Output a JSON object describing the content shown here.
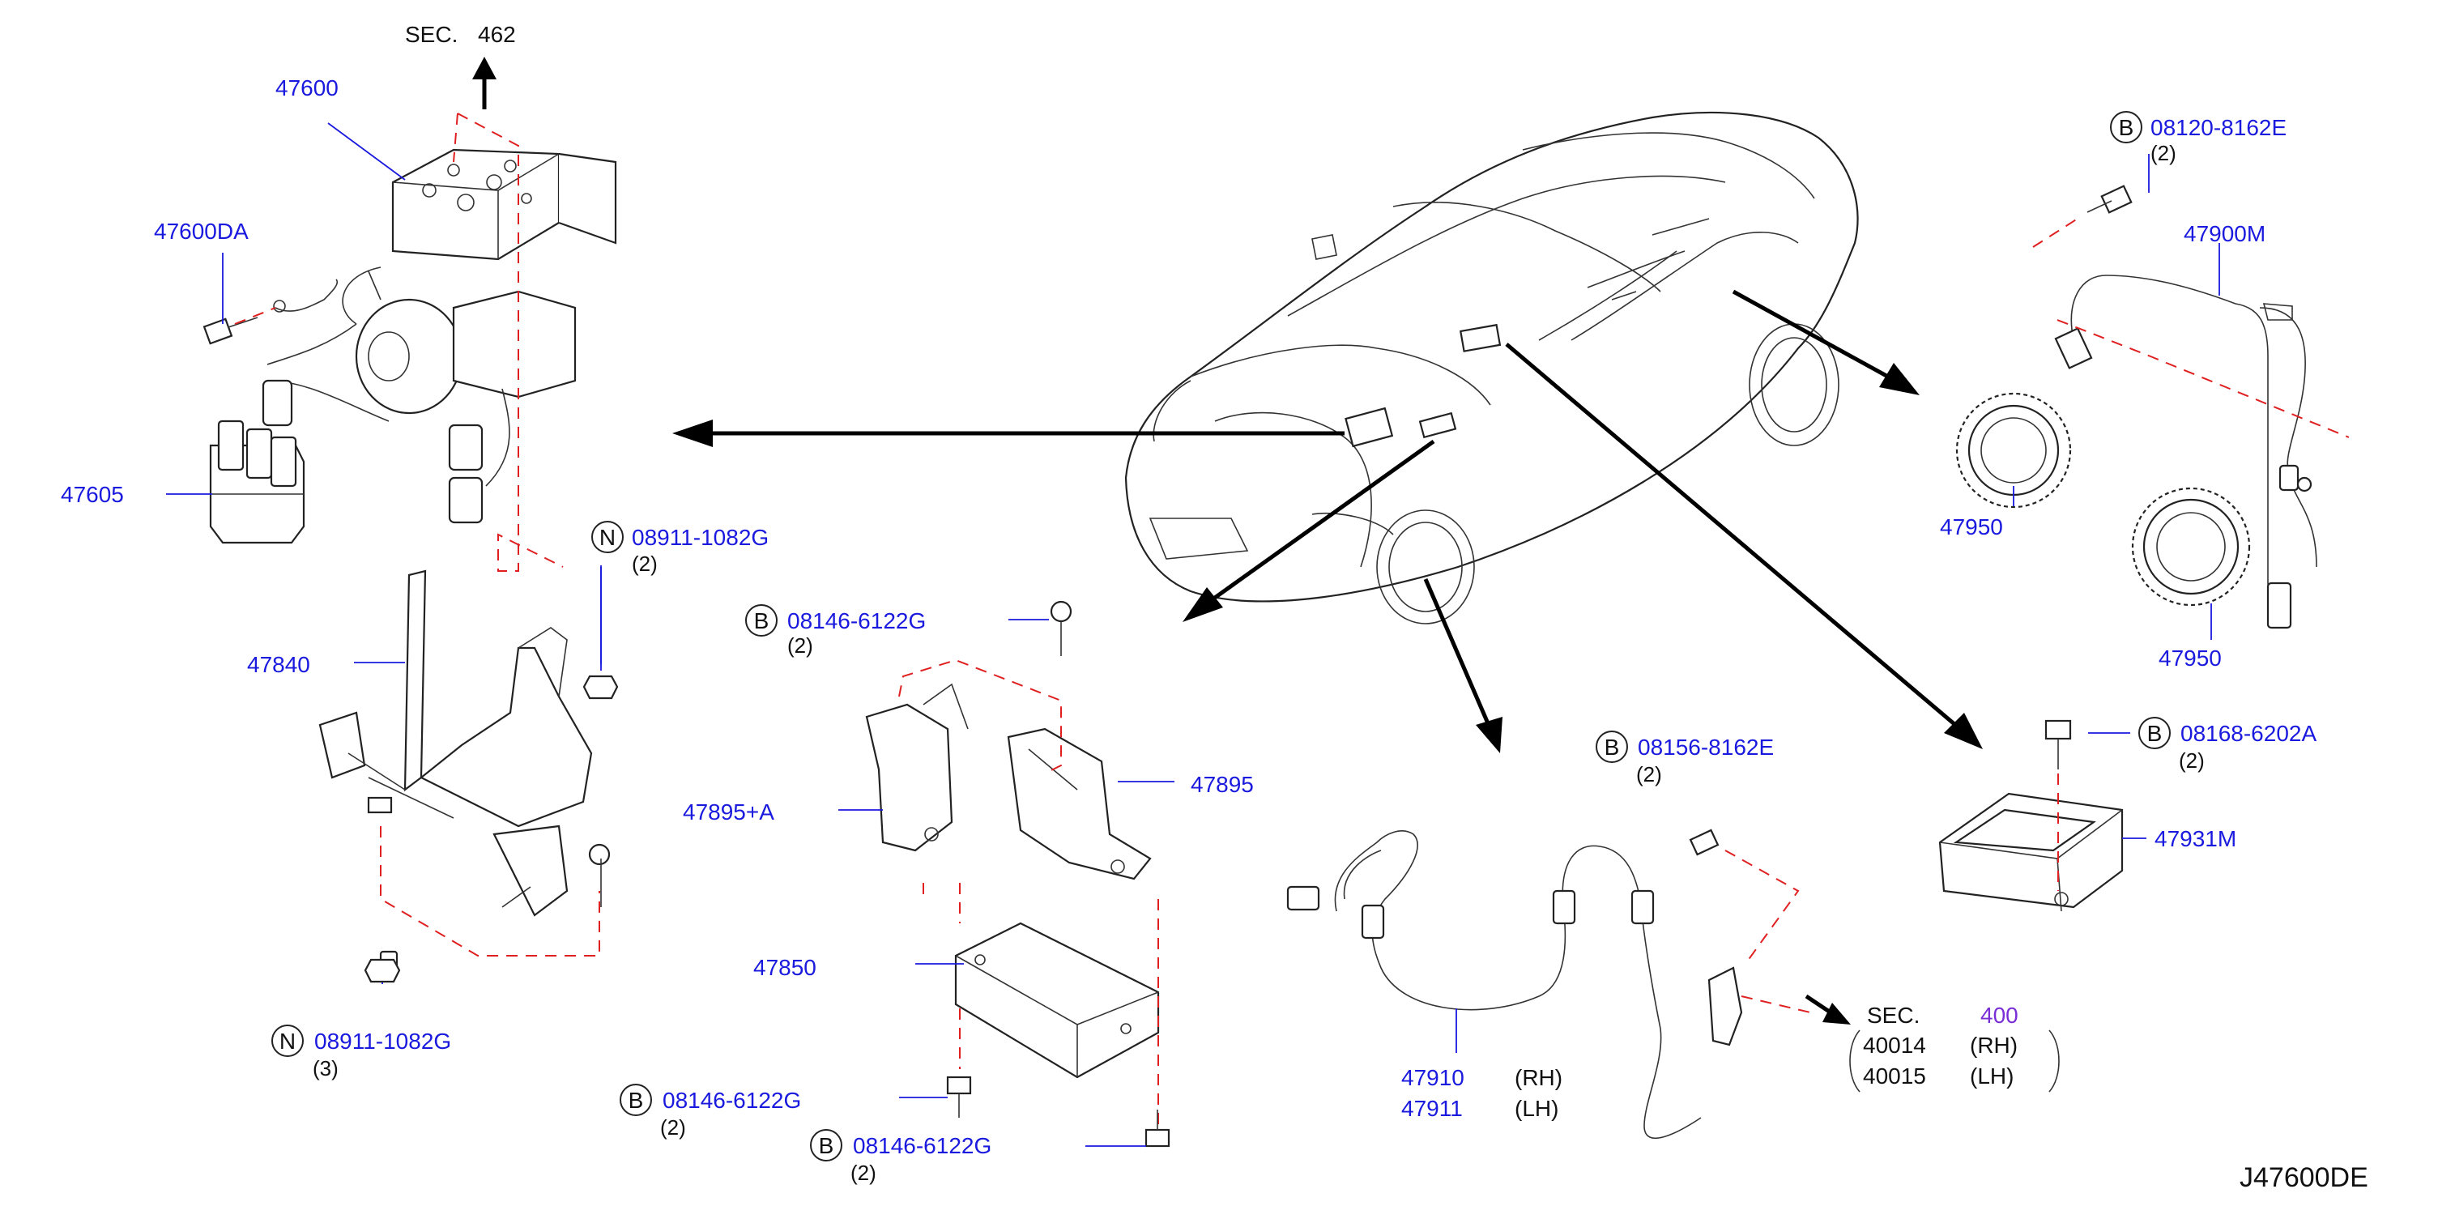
{
  "diagram_code": "J47600DE",
  "sections": {
    "sec462": {
      "prefix": "SEC.",
      "number": "462"
    },
    "sec400": {
      "prefix": "SEC.",
      "number": "400"
    }
  },
  "sec400_refs": [
    {
      "code": "40014",
      "side": "(RH)"
    },
    {
      "code": "40015",
      "side": "(LH)"
    }
  ],
  "parts": {
    "p47600": "47600",
    "p47600DA": "47600DA",
    "p47605": "47605",
    "p47840": "47840",
    "p47895A": "47895+A",
    "p47895": "47895",
    "p47850": "47850",
    "p47900M": "47900M",
    "p47950a": "47950",
    "p47950b": "47950",
    "p47931M": "47931M",
    "p47910": "47910",
    "p47910_side": "(RH)",
    "p47911": "47911",
    "p47911_side": "(LH)"
  },
  "fasteners": {
    "n1": {
      "badge": "N",
      "code": "08911-1082G",
      "qty": "(2)"
    },
    "n2": {
      "badge": "N",
      "code": "08911-1082G",
      "qty": "(3)"
    },
    "b1": {
      "badge": "B",
      "code": "08146-6122G",
      "qty": "(2)"
    },
    "b2": {
      "badge": "B",
      "code": "08146-6122G",
      "qty": "(2)"
    },
    "b3": {
      "badge": "B",
      "code": "08146-6122G",
      "qty": "(2)"
    },
    "b4": {
      "badge": "B",
      "code": "08120-8162E",
      "qty": "(2)"
    },
    "b5": {
      "badge": "B",
      "code": "08156-8162E",
      "qty": "(2)"
    },
    "b6": {
      "badge": "B",
      "code": "08168-6202A",
      "qty": "(2)"
    }
  }
}
